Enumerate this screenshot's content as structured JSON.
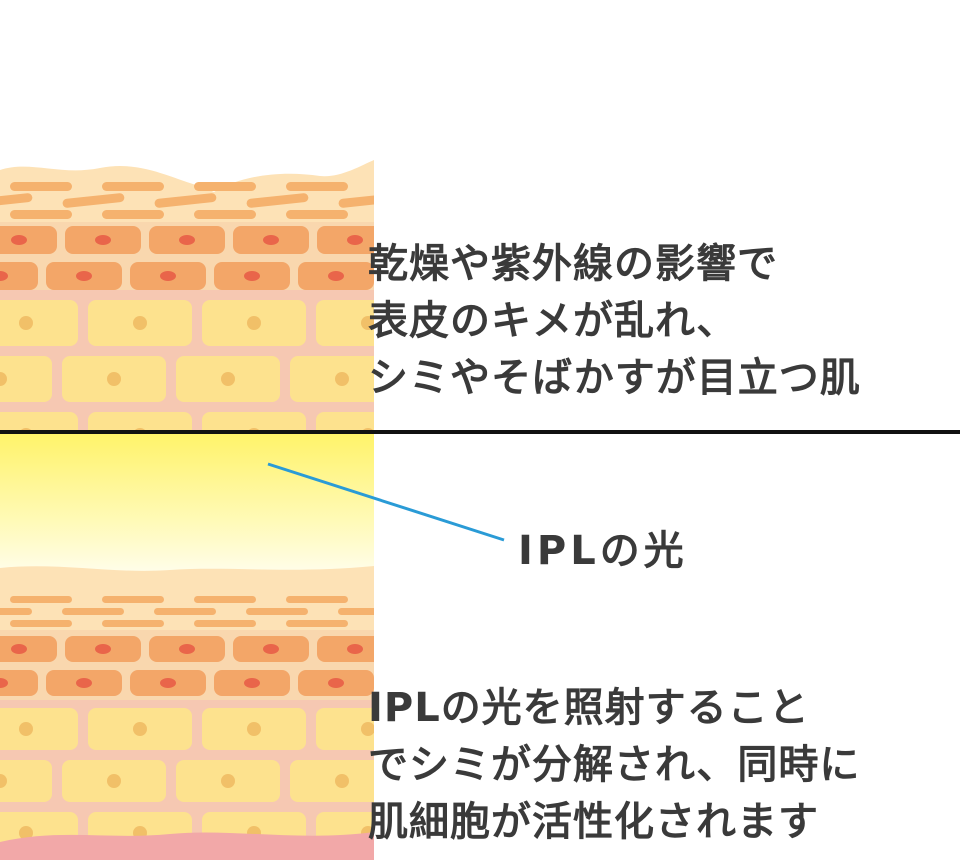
{
  "top_panel": {
    "caption_lines": [
      "乾燥や紫外線の影響で",
      "表皮のキメが乱れ、",
      "シミやそばかすが目立つ肌"
    ]
  },
  "bottom_panel": {
    "light_label": "IPLの光",
    "caption_lines": [
      "IPLの光を照射すること",
      "でシミが分解され、同時に",
      "肌細胞が活性化されます"
    ]
  },
  "colors": {
    "divider": "#111111",
    "pointer_line": "#2a9bd6",
    "light_glow": "#fff36a",
    "stratum_corneum": "#fde2b6",
    "flake": "#f5b26e",
    "basal_cell": "#f3a668",
    "basal_nucleus": "#e9654a",
    "dermis_cell": "#fde28e",
    "dermis_nucleus": "#f1c068",
    "intercellular": "#f6c8b2",
    "bottom_wave": "#f2a8a8"
  }
}
